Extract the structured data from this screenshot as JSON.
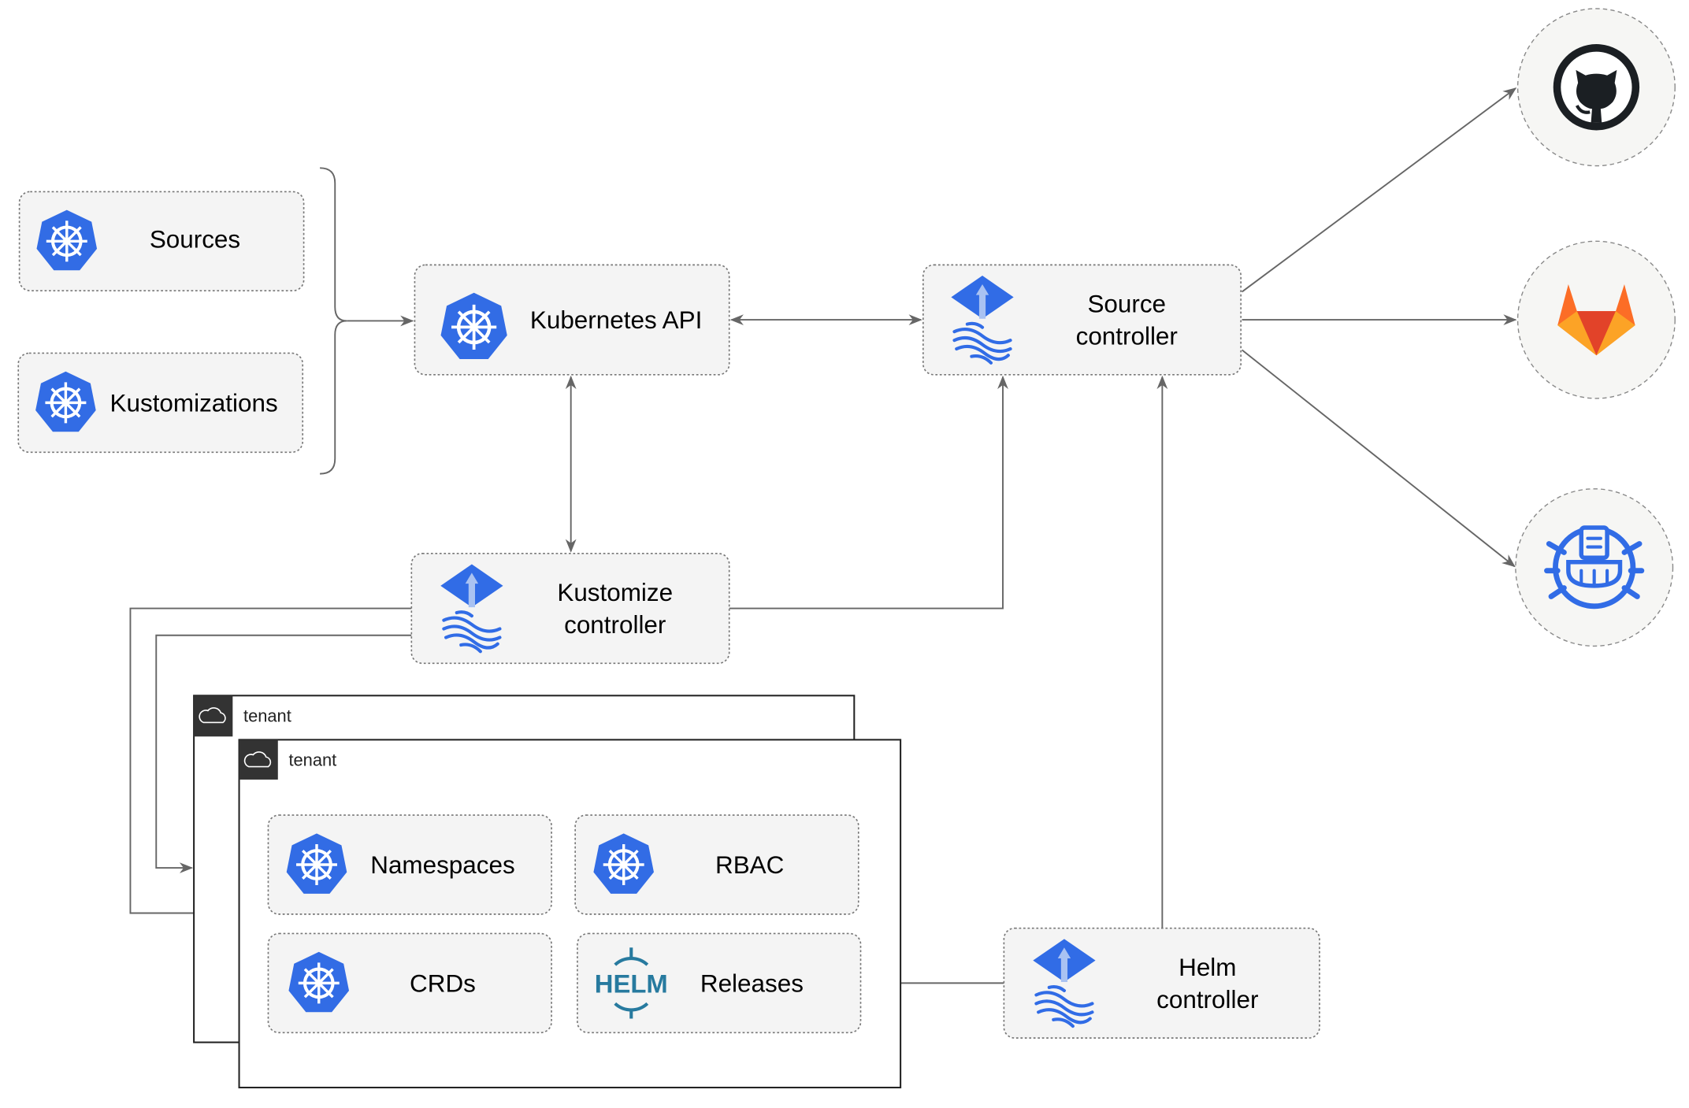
{
  "nodes": {
    "sources": "Sources",
    "kustomizations": "Kustomizations",
    "kubernetes_api": "Kubernetes API",
    "source_controller": [
      "Source",
      "controller"
    ],
    "kustomize_controller": [
      "Kustomize",
      "controller"
    ],
    "helm_controller": [
      "Helm",
      "controller"
    ],
    "namespaces": "Namespaces",
    "rbac": "RBAC",
    "crds": "CRDs",
    "releases": "Releases",
    "helm_logo": "HELM"
  },
  "tenants": [
    {
      "label": "tenant"
    },
    {
      "label": "tenant"
    }
  ],
  "external": [
    "github-icon",
    "gitlab-icon",
    "bucket-icon"
  ],
  "colors": {
    "k8s_blue": "#326CE5",
    "flux_blue": "#316CE6",
    "helm_blue": "#277A9F",
    "gitlab_orange": "#E24329",
    "github_dark": "#1B1F23"
  }
}
